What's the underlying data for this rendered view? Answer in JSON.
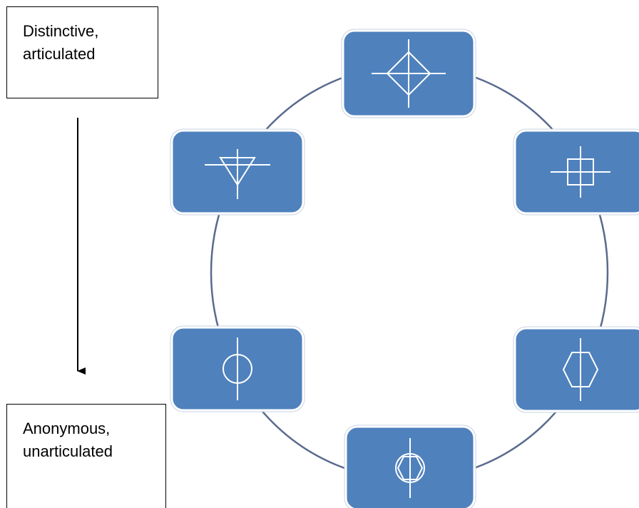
{
  "labels": {
    "top": [
      "Distinctive,",
      "articulated"
    ],
    "bottom": [
      "Anonymous,",
      "unarticulated"
    ]
  },
  "colors": {
    "node_fill": "#4f81bd",
    "node_border": "#ffffff",
    "node_outline": "#c9d3e3",
    "ring": "#5a6a8e",
    "glyph": "#ffffff",
    "arrow": "#000000"
  },
  "nodes": [
    {
      "name": "node-top",
      "symbol": "diamond-cross-icon"
    },
    {
      "name": "node-upper-right",
      "symbol": "square-cross-icon"
    },
    {
      "name": "node-lower-right",
      "symbol": "hexagon-line-icon"
    },
    {
      "name": "node-bottom",
      "symbol": "circle-hexagon-line-icon"
    },
    {
      "name": "node-lower-left",
      "symbol": "circle-line-icon"
    },
    {
      "name": "node-upper-left",
      "symbol": "triangle-cross-icon"
    }
  ]
}
